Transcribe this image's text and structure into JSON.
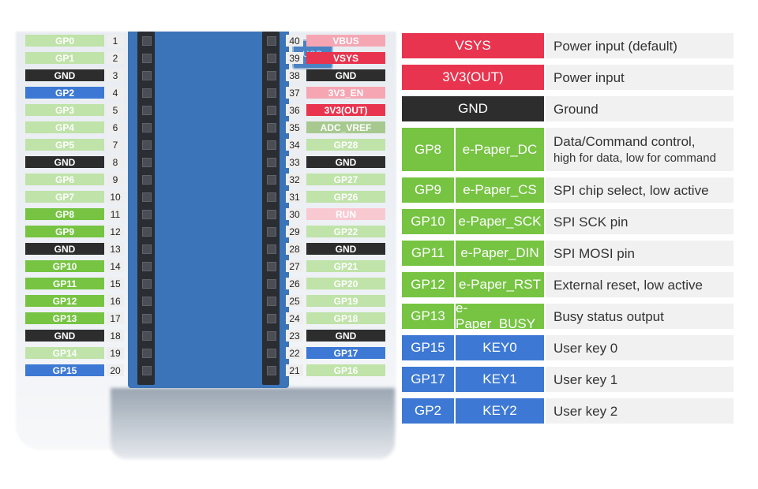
{
  "colors": {
    "power": "#e8344e",
    "power_light": "#f6a6b3",
    "run": "#f9c9d2",
    "ground": "#2d2d2d",
    "gpio_bright": "#76c442",
    "gpio_light": "#bfe3a8",
    "key": "#3d79d4",
    "adc": "#a7c98f"
  },
  "board": {
    "usb_label": "USB"
  },
  "left_pins": [
    {
      "label": "GP0",
      "num": "1",
      "type": "gpio_light"
    },
    {
      "label": "GP1",
      "num": "2",
      "type": "gpio_light"
    },
    {
      "label": "GND",
      "num": "3",
      "type": "ground"
    },
    {
      "label": "GP2",
      "num": "4",
      "type": "key"
    },
    {
      "label": "GP3",
      "num": "5",
      "type": "gpio_light"
    },
    {
      "label": "GP4",
      "num": "6",
      "type": "gpio_light"
    },
    {
      "label": "GP5",
      "num": "7",
      "type": "gpio_light"
    },
    {
      "label": "GND",
      "num": "8",
      "type": "ground"
    },
    {
      "label": "GP6",
      "num": "9",
      "type": "gpio_light"
    },
    {
      "label": "GP7",
      "num": "10",
      "type": "gpio_light"
    },
    {
      "label": "GP8",
      "num": "11",
      "type": "gpio_bright"
    },
    {
      "label": "GP9",
      "num": "12",
      "type": "gpio_bright"
    },
    {
      "label": "GND",
      "num": "13",
      "type": "ground"
    },
    {
      "label": "GP10",
      "num": "14",
      "type": "gpio_bright"
    },
    {
      "label": "GP11",
      "num": "15",
      "type": "gpio_bright"
    },
    {
      "label": "GP12",
      "num": "16",
      "type": "gpio_bright"
    },
    {
      "label": "GP13",
      "num": "17",
      "type": "gpio_bright"
    },
    {
      "label": "GND",
      "num": "18",
      "type": "ground"
    },
    {
      "label": "GP14",
      "num": "19",
      "type": "gpio_light"
    },
    {
      "label": "GP15",
      "num": "20",
      "type": "key"
    }
  ],
  "right_pins": [
    {
      "label": "VBUS",
      "num": "40",
      "type": "power_light"
    },
    {
      "label": "VSYS",
      "num": "39",
      "type": "power"
    },
    {
      "label": "GND",
      "num": "38",
      "type": "ground"
    },
    {
      "label": "3V3_EN",
      "num": "37",
      "type": "power_light"
    },
    {
      "label": "3V3(OUT)",
      "num": "36",
      "type": "power"
    },
    {
      "label": "ADC_VREF",
      "num": "35",
      "type": "adc"
    },
    {
      "label": "GP28",
      "num": "34",
      "type": "gpio_light"
    },
    {
      "label": "GND",
      "num": "33",
      "type": "ground"
    },
    {
      "label": "GP27",
      "num": "32",
      "type": "gpio_light"
    },
    {
      "label": "GP26",
      "num": "31",
      "type": "gpio_light"
    },
    {
      "label": "RUN",
      "num": "30",
      "type": "run"
    },
    {
      "label": "GP22",
      "num": "29",
      "type": "gpio_light"
    },
    {
      "label": "GND",
      "num": "28",
      "type": "ground"
    },
    {
      "label": "GP21",
      "num": "27",
      "type": "gpio_light"
    },
    {
      "label": "GP20",
      "num": "26",
      "type": "gpio_light"
    },
    {
      "label": "GP19",
      "num": "25",
      "type": "gpio_light"
    },
    {
      "label": "GP18",
      "num": "24",
      "type": "gpio_light"
    },
    {
      "label": "GND",
      "num": "23",
      "type": "ground"
    },
    {
      "label": "GP17",
      "num": "22",
      "type": "key"
    },
    {
      "label": "GP16",
      "num": "21",
      "type": "gpio_light"
    }
  ],
  "table": [
    {
      "pin": "VSYS",
      "func": "",
      "desc": "Power input (default)",
      "desc2": "",
      "type": "power"
    },
    {
      "pin": "3V3(OUT)",
      "func": "",
      "desc": "Power input",
      "desc2": "",
      "type": "power"
    },
    {
      "pin": "GND",
      "func": "",
      "desc": "Ground",
      "desc2": "",
      "type": "ground"
    },
    {
      "pin": "GP8",
      "func": "e-Paper_DC",
      "desc": "Data/Command control,",
      "desc2": "high for data, low for command",
      "type": "gpio_bright"
    },
    {
      "pin": "GP9",
      "func": "e-Paper_CS",
      "desc": "SPI chip select, low active",
      "desc2": "",
      "type": "gpio_bright"
    },
    {
      "pin": "GP10",
      "func": "e-Paper_SCK",
      "desc": "SPI SCK pin",
      "desc2": "",
      "type": "gpio_bright"
    },
    {
      "pin": "GP11",
      "func": "e-Paper_DIN",
      "desc": "SPI MOSI pin",
      "desc2": "",
      "type": "gpio_bright"
    },
    {
      "pin": "GP12",
      "func": "e-Paper_RST",
      "desc": "External reset, low active",
      "desc2": "",
      "type": "gpio_bright"
    },
    {
      "pin": "GP13",
      "func": "e-Paper_BUSY",
      "desc": "Busy status output",
      "desc2": "",
      "type": "gpio_bright"
    },
    {
      "pin": "GP15",
      "func": "KEY0",
      "desc": "User key 0",
      "desc2": "",
      "type": "key"
    },
    {
      "pin": "GP17",
      "func": "KEY1",
      "desc": "User key 1",
      "desc2": "",
      "type": "key"
    },
    {
      "pin": "GP2",
      "func": "KEY2",
      "desc": "User key 2",
      "desc2": "",
      "type": "key"
    }
  ]
}
